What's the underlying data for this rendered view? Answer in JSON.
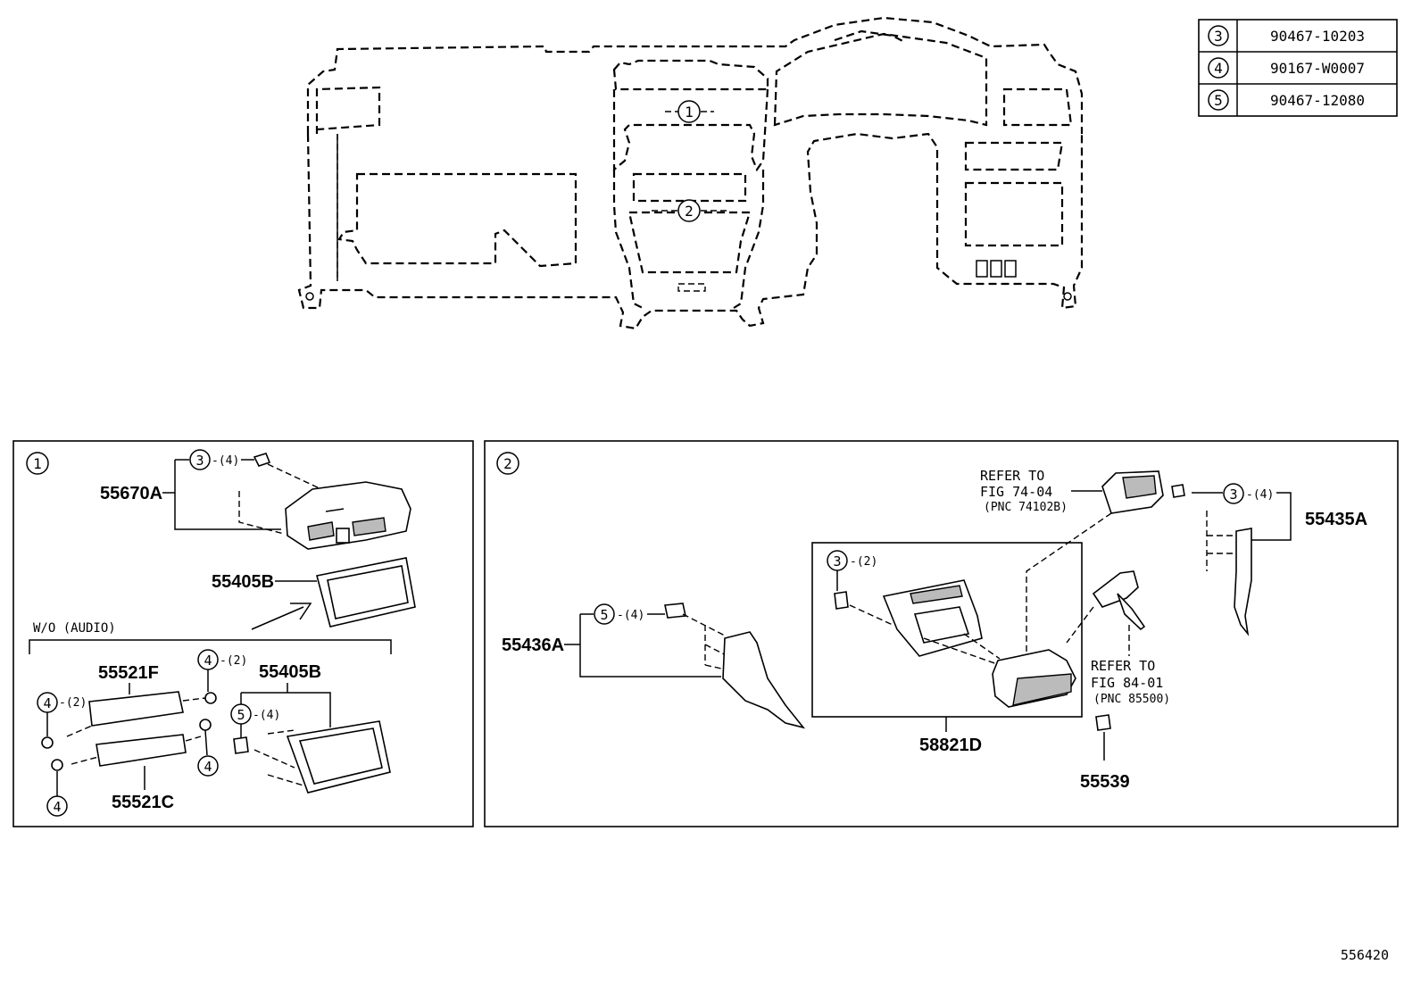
{
  "legend_table": {
    "rows": [
      {
        "ref": "3",
        "part_number": "90467-10203"
      },
      {
        "ref": "4",
        "part_number": "90167-W0007"
      },
      {
        "ref": "5",
        "part_number": "90467-12080"
      }
    ]
  },
  "overview": {
    "callout_1": "1",
    "callout_2": "2"
  },
  "panel1": {
    "id": "1",
    "part_55670A": "55670A",
    "part_55405B_top": "55405B",
    "wo_audio_label": "W/O (AUDIO)",
    "part_55521F": "55521F",
    "part_55405B_bottom": "55405B",
    "part_55521C": "55521C",
    "qty_3_top": "-(4)",
    "qty_4_top": "-(2)",
    "qty_4_left": "-(2)",
    "qty_5": "-(4)",
    "ref_3": "3",
    "ref_4": "4",
    "ref_5": "5"
  },
  "panel2": {
    "id": "2",
    "refer_top_line1": "REFER TO",
    "refer_top_line2": "FIG 74-04",
    "refer_top_line3": "(PNC 74102B)",
    "part_55435A": "55435A",
    "part_55436A": "55436A",
    "part_58821D": "58821D",
    "refer_bot_line1": "REFER TO",
    "refer_bot_line2": "FIG 84-01",
    "refer_bot_line3": "(PNC 85500)",
    "part_55539": "55539",
    "qty_3_right": "-(4)",
    "qty_3_inner": "-(2)",
    "qty_5": "-(4)",
    "ref_3": "3",
    "ref_5": "5"
  },
  "figure_number": "556420"
}
